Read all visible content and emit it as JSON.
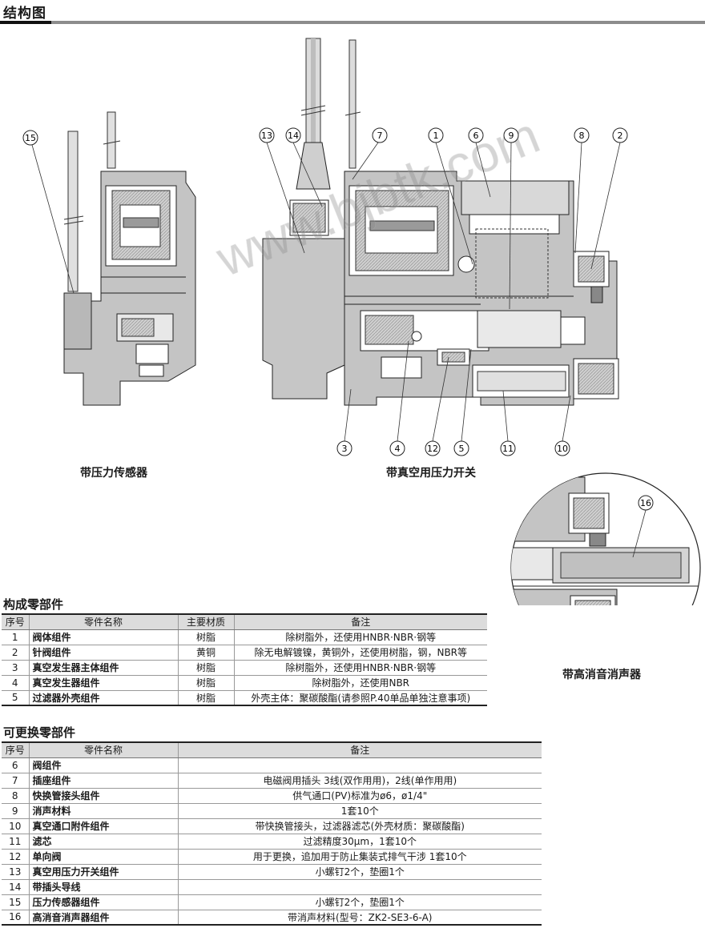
{
  "section_title": "结构图",
  "captions": {
    "left": "带压力传感器",
    "center": "带真空用压力开关",
    "right": "带高消音消声器"
  },
  "watermark": "www.bjbtk.com",
  "callouts_center": [
    "⑬",
    "⑭",
    "⑦",
    "①",
    "⑥",
    "⑨",
    "⑧",
    "②",
    "③",
    "④",
    "⑫",
    "⑤",
    "⑪",
    "⑩"
  ],
  "callout_left": "⑮",
  "callout_detail": "⑯",
  "table1": {
    "title": "构成零部件",
    "headers": [
      "序号",
      "零件名称",
      "主要材质",
      "备注"
    ],
    "rows": [
      [
        "1",
        "阀体组件",
        "树脂",
        "除树脂外，还使用HNBR·NBR·钢等"
      ],
      [
        "2",
        "针阀组件",
        "黄铜",
        "除无电解镀镍，黄铜外，还使用树脂，钢，NBR等"
      ],
      [
        "3",
        "真空发生器主体组件",
        "树脂",
        "除树脂外，还使用HNBR·NBR·钢等"
      ],
      [
        "4",
        "真空发生器组件",
        "树脂",
        "除树脂外，还使用NBR"
      ],
      [
        "5",
        "过滤器外壳组件",
        "树脂",
        "外壳主体：聚碳酸酯(请参照P.40单品单独注意事项)"
      ]
    ]
  },
  "table2": {
    "title": "可更换零部件",
    "headers": [
      "序号",
      "零件名称",
      "备注"
    ],
    "rows": [
      [
        "6",
        "阀组件",
        ""
      ],
      [
        "7",
        "插座组件",
        "电磁阀用插头 3线(双作用用)，2线(单作用用)"
      ],
      [
        "8",
        "快换管接头组件",
        "供气通口(PV)标准为ø6，ø1/4\""
      ],
      [
        "9",
        "消声材料",
        "1套10个"
      ],
      [
        "10",
        "真空通口附件组件",
        "带快换管接头，过滤器滤芯(外壳材质：聚碳酸酯)"
      ],
      [
        "11",
        "滤芯",
        "过滤精度30μm，1套10个"
      ],
      [
        "12",
        "单向阀",
        "用于更换，追加用于防止集装式排气干涉 1套10个"
      ],
      [
        "13",
        "真空用压力开关组件",
        "小螺钉2个，垫圈1个"
      ],
      [
        "14",
        "带插头导线",
        ""
      ],
      [
        "15",
        "压力传感器组件",
        "小螺钉2个，垫圈1个"
      ],
      [
        "16",
        "高消音消声器组件",
        "带消声材料(型号：ZK2-SE3-6-A)"
      ]
    ]
  }
}
